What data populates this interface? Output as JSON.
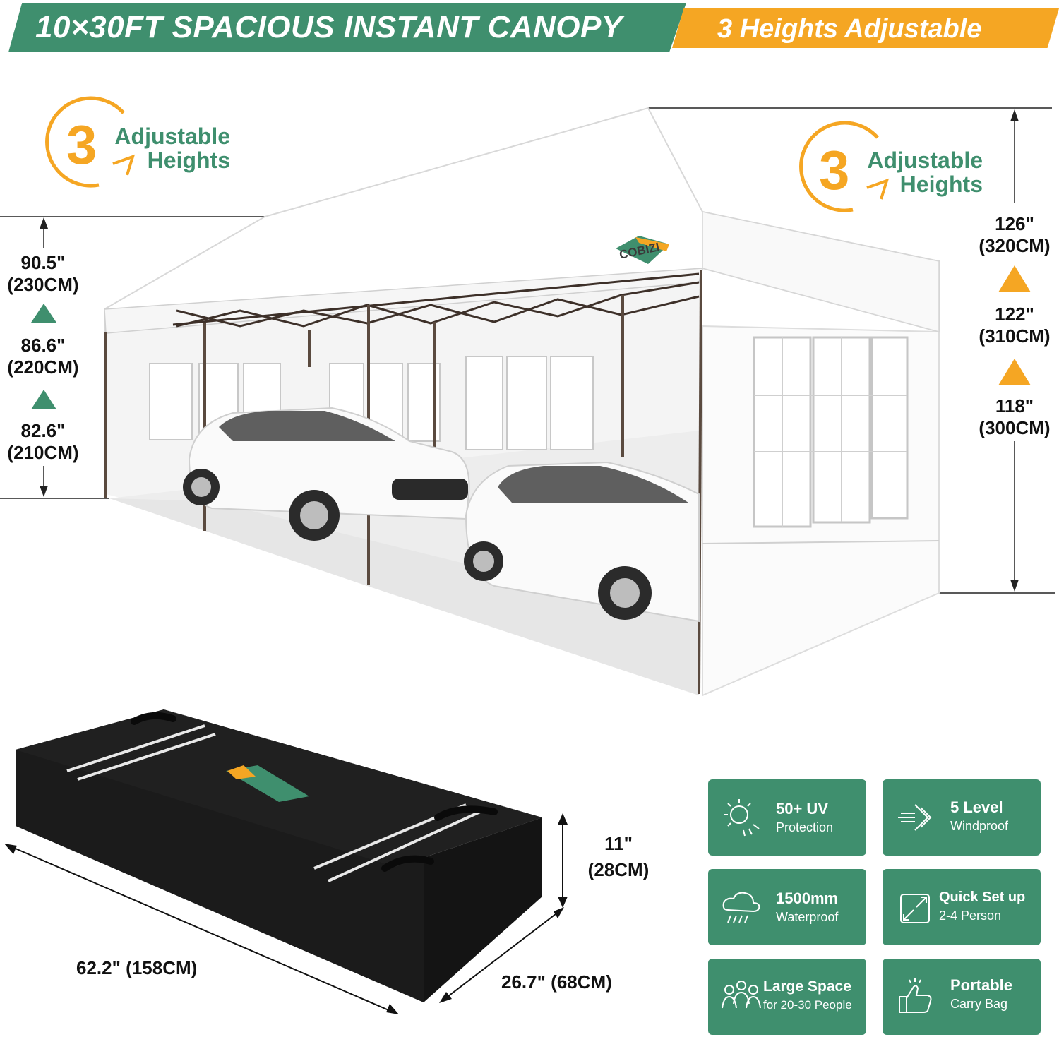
{
  "header": {
    "title": "10×30FT SPACIOUS INSTANT CANOPY",
    "subtitle": "3 Heights Adjustable"
  },
  "badges": [
    {
      "number": "3",
      "line1": "Adjustable",
      "line2": "Heights"
    },
    {
      "number": "3",
      "line1": "Adjustable",
      "line2": "Heights"
    }
  ],
  "brand": "COBIZI",
  "left_heights": [
    {
      "in": "90.5\"",
      "cm": "(230CM)"
    },
    {
      "in": "86.6\"",
      "cm": "(220CM)"
    },
    {
      "in": "82.6\"",
      "cm": "(210CM)"
    }
  ],
  "right_heights": [
    {
      "in": "126\"",
      "cm": "(320CM)"
    },
    {
      "in": "122\"",
      "cm": "(310CM)"
    },
    {
      "in": "118\"",
      "cm": "(300CM)"
    }
  ],
  "bag": {
    "height_in": "11\"",
    "height_cm": "(28CM)",
    "length": "62.2\" (158CM)",
    "width": "26.7\" (68CM)"
  },
  "features": [
    {
      "icon": "sun-uv-icon",
      "title": "50+ UV",
      "desc": "Protection"
    },
    {
      "icon": "wind-icon",
      "title": "5 Level",
      "desc": "Windproof"
    },
    {
      "icon": "rain-cloud-icon",
      "title": "1500mm",
      "desc": "Waterproof"
    },
    {
      "icon": "expand-arrows-icon",
      "title": "Quick Set up",
      "desc": "2-4 Person"
    },
    {
      "icon": "people-group-icon",
      "title": "Large Space",
      "desc": "for 20-30 People"
    },
    {
      "icon": "thumbs-up-icon",
      "title": "Portable",
      "desc": "Carry Bag"
    }
  ],
  "colors": {
    "green": "#3f8f6e",
    "orange": "#f5a623",
    "frame": "#5a4a3f",
    "bag": "#1b1b1b"
  }
}
